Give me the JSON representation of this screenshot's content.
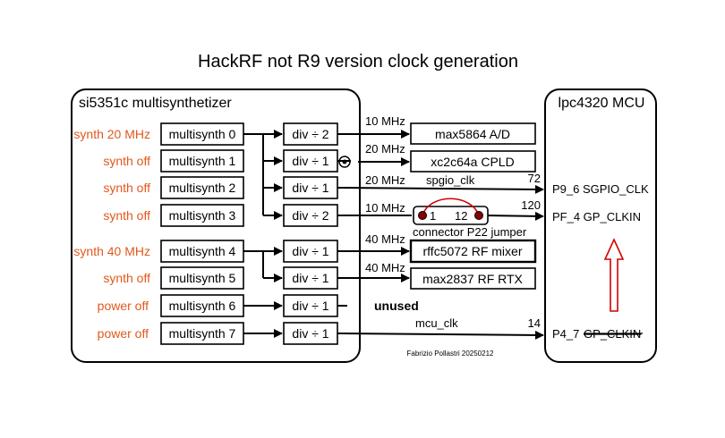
{
  "title": "HackRF not R9 version clock generation",
  "si5351": {
    "title": "si5351c multisynthetizer",
    "rows": [
      {
        "status": "synth 20 MHz",
        "ms": "multisynth 0",
        "div": "div ÷ 2"
      },
      {
        "status": "synth off",
        "ms": "multisynth 1",
        "div": "div ÷ 1"
      },
      {
        "status": "synth off",
        "ms": "multisynth 2",
        "div": "div ÷ 1"
      },
      {
        "status": "synth off",
        "ms": "multisynth 3",
        "div": "div ÷ 2"
      },
      {
        "status": "synth 40 MHz",
        "ms": "multisynth 4",
        "div": "div ÷ 1"
      },
      {
        "status": "synth off",
        "ms": "multisynth 5",
        "div": "div ÷ 1"
      },
      {
        "status": "power off",
        "ms": "multisynth 6",
        "div": "div ÷ 1"
      },
      {
        "status": "power off",
        "ms": "multisynth 7",
        "div": "div ÷ 1"
      }
    ]
  },
  "freqs": {
    "f0": "10 MHz",
    "f1": "20 MHz",
    "f2": "20 MHz",
    "f3": "10 MHz",
    "f4": "40 MHz",
    "f5": "40 MHz",
    "f7": "mcu_clk"
  },
  "devices": {
    "adc": "max5864 A/D",
    "cpld": "xc2c64a CPLD",
    "mixer": "rffc5072 RF mixer",
    "rtx": "max2837 RF RTX"
  },
  "signals": {
    "spgio": "spgio_clk",
    "unused": "unused"
  },
  "jumper": {
    "pin1": "1",
    "pin12": "12",
    "label": "connector P22 jumper"
  },
  "mcu": {
    "title": "lpc4320 MCU",
    "pins": [
      {
        "num": "72",
        "name": "P9_6 SGPIO_CLK"
      },
      {
        "num": "120",
        "name": "PF_4 GP_CLKIN"
      },
      {
        "num": "14",
        "name": "P4_7",
        "struck": "GP_CLKIN"
      }
    ]
  },
  "credit": "Fabrizio Pollastri 20250212",
  "colors": {
    "status": "#e2581c",
    "arrow_outline": "#d40000",
    "jumper_wire": "#d40000",
    "jumper_pin": "#8b0000"
  }
}
